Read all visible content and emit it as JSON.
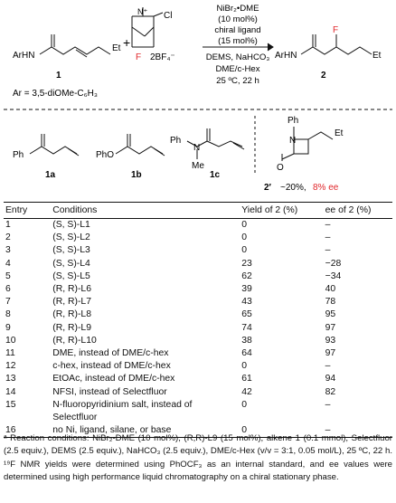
{
  "scheme": {
    "substrate_label_left": "ArHN",
    "substrate_label_right": "Et",
    "substrate_number": "1",
    "ar_definition": "Ar = 3,5-diOMe-C₆H₃",
    "reagent_cl": "Cl",
    "reagent_n_plus": "N⁺",
    "reagent_f": "F",
    "reagent_plus": "+",
    "reagent_counterion": "2BF₄⁻",
    "condition_line1": "NiBr₂•DME",
    "condition_line2": "(10 mol%)",
    "condition_line3": "chiral ligand",
    "condition_line4": "(15 mol%)",
    "condition_line5": "DEMS, NaHCO₃",
    "condition_line6": "DME/c-Hex",
    "condition_line7": "25 ºC, 22 h",
    "product_label_left": "ArHN",
    "product_label_right": "Et",
    "product_f": "F",
    "product_number": "2",
    "sub_1a_ph": "Ph",
    "sub_1a_label": "1a",
    "sub_1b_pho": "PhO",
    "sub_1b_label": "1b",
    "sub_1c_ph": "Ph",
    "sub_1c_n": "N",
    "sub_1c_me": "Me",
    "sub_1c_label": "1c",
    "beta_ph": "Ph",
    "beta_n": "N",
    "beta_o": "O",
    "beta_et": "Et",
    "beta_label": "2′",
    "beta_yield": "~20%,",
    "beta_ee": "8% ee"
  },
  "table": {
    "headers": {
      "entry": "Entry",
      "conditions": "Conditions",
      "yield": "Yield of 2 (%)",
      "ee": "ee of 2 (%)"
    },
    "rows": [
      {
        "entry": "1",
        "conditions": "(S, S)-L1",
        "yield": "0",
        "ee": "–"
      },
      {
        "entry": "2",
        "conditions": "(S, S)-L2",
        "yield": "0",
        "ee": "–"
      },
      {
        "entry": "3",
        "conditions": "(S, S)-L3",
        "yield": "0",
        "ee": "–"
      },
      {
        "entry": "4",
        "conditions": "(S, S)-L4",
        "yield": "23",
        "ee": "−28"
      },
      {
        "entry": "5",
        "conditions": "(S, S)-L5",
        "yield": "62",
        "ee": "−34"
      },
      {
        "entry": "6",
        "conditions": "(R, R)-L6",
        "yield": "39",
        "ee": "40"
      },
      {
        "entry": "7",
        "conditions": "(R, R)-L7",
        "yield": "43",
        "ee": "78"
      },
      {
        "entry": "8",
        "conditions": "(R, R)-L8",
        "yield": "65",
        "ee": "95"
      },
      {
        "entry": "9",
        "conditions": "(R, R)-L9",
        "yield": "74",
        "ee": "97"
      },
      {
        "entry": "10",
        "conditions": "(R, R)-L10",
        "yield": "38",
        "ee": "93"
      },
      {
        "entry": "11",
        "conditions": "DME, instead of DME/c-hex",
        "yield": "64",
        "ee": "97"
      },
      {
        "entry": "12",
        "conditions": "c-hex, instead of DME/c-hex",
        "yield": "0",
        "ee": "–"
      },
      {
        "entry": "13",
        "conditions": "EtOAc, instead of DME/c-hex",
        "yield": "61",
        "ee": "94"
      },
      {
        "entry": "14",
        "conditions": "NFSI, instead of Selectfluor",
        "yield": "42",
        "ee": "82"
      },
      {
        "entry": "15",
        "conditions": "N-fluoropyridinium salt, instead of",
        "yield": "0",
        "ee": "–"
      },
      {
        "entry": "",
        "conditions": "Selectfluor",
        "yield": "",
        "ee": ""
      },
      {
        "entry": "16",
        "conditions": "no Ni, ligand, silane, or base",
        "yield": "0",
        "ee": "–"
      }
    ]
  },
  "footnote": {
    "text": "ᵃ Reaction conditions: NiBr₂-DME (10 mol%), (R,R)-L9 (15 mol%), alkene 1 (0.1 mmol), Selectfluor (2.5 equiv.), DEMS (2.5 equiv.), NaHCO₃ (2.5 equiv.), DME/c-Hex (v/v = 3:1, 0.05 mol/L), 25 ºC, 22 h. ¹⁹F NMR yields were determined using PhOCF₃ as an internal standard, and ee values were determined using high performance liquid chromatography on a chiral stationary phase."
  },
  "colors": {
    "red": "#e0262a",
    "text": "#111111"
  }
}
